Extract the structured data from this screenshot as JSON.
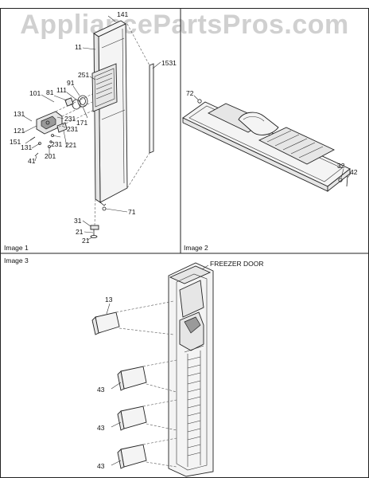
{
  "watermark": "AppliancePartsPros.com",
  "panels": [
    {
      "title": "Image 1"
    },
    {
      "title": "Image 2"
    },
    {
      "title": "Image 3"
    }
  ],
  "callouts": {
    "door_top": "141",
    "door_panel": "11",
    "strip": "1531",
    "dispenser_cover": "251",
    "part_101": "101",
    "part_81": "81",
    "part_111": "111",
    "part_91": "91",
    "part_171": "171",
    "part_131a": "131",
    "part_231a": "231",
    "part_121": "121",
    "part_231b": "231",
    "part_151": "151",
    "part_231c": "231",
    "part_221": "221",
    "part_131b": "131",
    "part_201": "201",
    "part_41": "41",
    "hinge_71": "71",
    "part_31": "31",
    "part_21a": "21",
    "part_21b": "21",
    "screw_72": "72",
    "part_32": "32",
    "part_42": "42",
    "shelf_13": "13",
    "freezer_door": "FREEZER DOOR",
    "bin_43a": "43",
    "bin_43b": "43",
    "bin_43c": "43"
  }
}
